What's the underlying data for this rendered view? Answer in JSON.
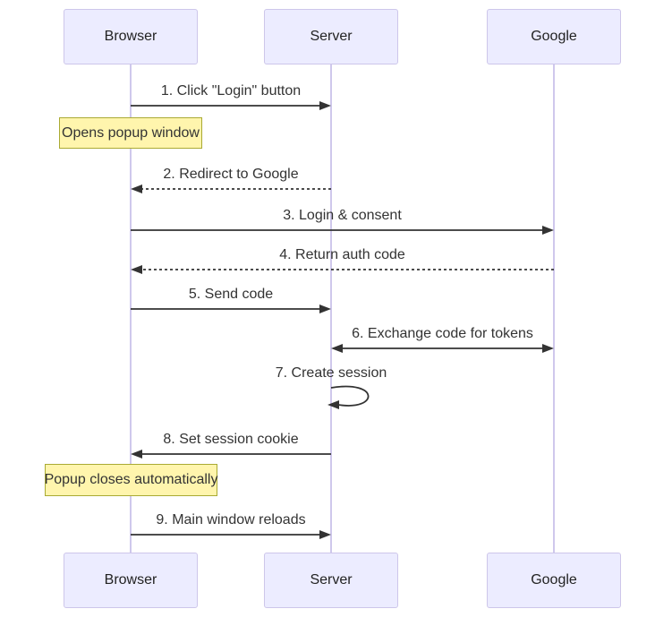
{
  "diagram": {
    "type": "sequence",
    "actors": [
      {
        "label": "Browser"
      },
      {
        "label": "Server"
      },
      {
        "label": "Google"
      }
    ],
    "steps": [
      {
        "type": "message",
        "label": "1. Click \"Login\" button",
        "from": "Browser",
        "to": "Server",
        "line": "solid"
      },
      {
        "type": "note",
        "label": "Opens popup window",
        "over": "Browser"
      },
      {
        "type": "message",
        "label": "2. Redirect to Google",
        "from": "Server",
        "to": "Browser",
        "line": "dashed"
      },
      {
        "type": "message",
        "label": "3. Login & consent",
        "from": "Browser",
        "to": "Google",
        "line": "solid"
      },
      {
        "type": "message",
        "label": "4. Return auth code",
        "from": "Google",
        "to": "Browser",
        "line": "dashed"
      },
      {
        "type": "message",
        "label": "5. Send code",
        "from": "Browser",
        "to": "Server",
        "line": "solid"
      },
      {
        "type": "message",
        "label": "6. Exchange code for tokens",
        "from": "Server",
        "to": "Google",
        "line": "solid",
        "bidirectional": true
      },
      {
        "type": "message",
        "label": "7. Create session",
        "from": "Server",
        "to": "Server",
        "line": "solid",
        "self": true
      },
      {
        "type": "message",
        "label": "8. Set session cookie",
        "from": "Server",
        "to": "Browser",
        "line": "solid"
      },
      {
        "type": "note",
        "label": "Popup closes automatically",
        "over": "Browser"
      },
      {
        "type": "message",
        "label": "9. Main window reloads",
        "from": "Browser",
        "to": "Server",
        "line": "solid"
      }
    ],
    "colors": {
      "actor_fill": "#ECECFF",
      "actor_border": "#CDC6EA",
      "lifeline": "#CFC8EC",
      "arrow": "#333333",
      "text": "#333333",
      "note_fill": "#FFF5AD",
      "note_border": "#AAAA33"
    }
  }
}
